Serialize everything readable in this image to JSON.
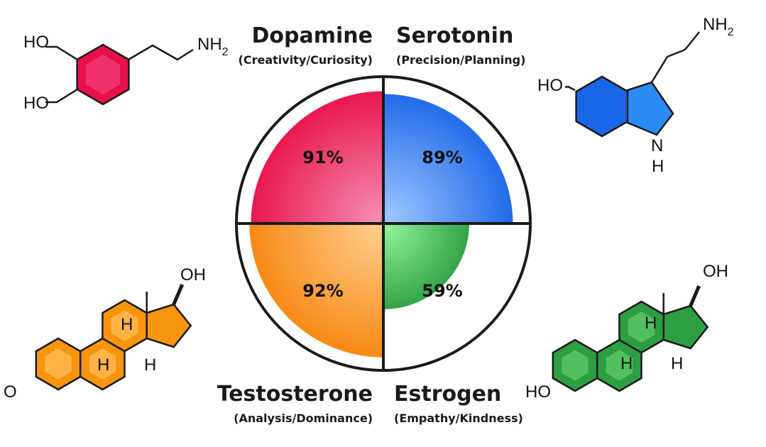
{
  "chart_data": {
    "type": "polar-area",
    "max": 100,
    "segments": [
      {
        "name": "Dopamine",
        "subtitle": "(Creativity/Curiosity)",
        "value": 91,
        "label": "91%",
        "color": "#e8104a",
        "light": "#f58ab0"
      },
      {
        "name": "Serotonin",
        "subtitle": "(Precision/Planning)",
        "value": 89,
        "label": "89%",
        "color": "#1a66e8",
        "light": "#9cc4ff"
      },
      {
        "name": "Testosterone",
        "subtitle": "(Analysis/Dominance)",
        "value": 92,
        "label": "92%",
        "color": "#f7850e",
        "light": "#ffcc8a"
      },
      {
        "name": "Estrogen",
        "subtitle": "(Empathy/Kindness)",
        "value": 59,
        "label": "59%",
        "color": "#2e9e42",
        "light": "#8ff29a"
      }
    ]
  },
  "molecules": {
    "dopamine": {
      "ho1": "HO",
      "ho2": "HO",
      "nh": "NH",
      "sub": "2"
    },
    "serotonin": {
      "ho": "HO",
      "nh": "NH",
      "sub": "2",
      "n": "N",
      "h": "H"
    },
    "testosterone": {
      "oh": "OH",
      "o": "O",
      "h1": "H",
      "h2": "H",
      "h3": "H"
    },
    "estrogen": {
      "oh": "OH",
      "ho": "HO",
      "h1": "H",
      "h2": "H",
      "h3": "H"
    }
  }
}
